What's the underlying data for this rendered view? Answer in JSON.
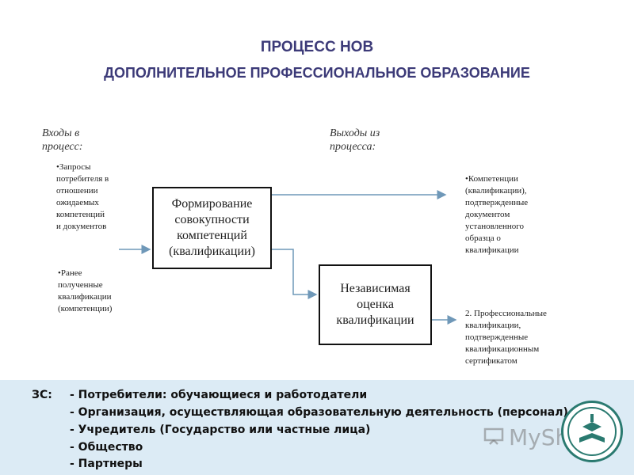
{
  "title1": "ПРОЦЕСС НОВ",
  "title2": "ДОПОЛНИТЕЛЬНОЕ ПРОФЕССИОНАЛЬНОЕ ОБРАЗОВАНИЕ",
  "inputs_header": [
    "Входы в",
    "процесс:"
  ],
  "outputs_header": [
    "Выходы из",
    "процесса:"
  ],
  "input1": [
    "•Запросы",
    "потребителя в",
    "отношении",
    "ожидаемых",
    "компетенций",
    "и документов"
  ],
  "input2": [
    "•Ранее",
    "полученные",
    "квалификации",
    "(компетенции)"
  ],
  "box1": [
    "Формирование",
    "совокупности",
    "компетенций",
    "(квалификации)"
  ],
  "box2": [
    "Независимая",
    "оценка",
    "квалификации"
  ],
  "output1": [
    "•Компетенции",
    "(квалификации),",
    "подтвержденные",
    "документом",
    "установленного",
    "образца о",
    "квалификации"
  ],
  "output2": [
    "2. Профессиональные",
    "квалификации,",
    "подтвержденные",
    "квалификационным",
    "сертификатом"
  ],
  "zs_label": "ЗС:",
  "zs_items": [
    "- Потребители: обучающиеся и работодатели",
    "- Организация, осуществляющая образовательную деятельность (персонал)",
    "- Учредитель (Государство или частные лица)",
    "- Общество",
    "- Партнеры"
  ],
  "watermark": "MyShared",
  "colors": {
    "title": "#3c3a78",
    "band": "#dcebf5",
    "arrow": "#6f98b8"
  },
  "icons": [
    "presentation-icon",
    "university-seal-icon"
  ]
}
